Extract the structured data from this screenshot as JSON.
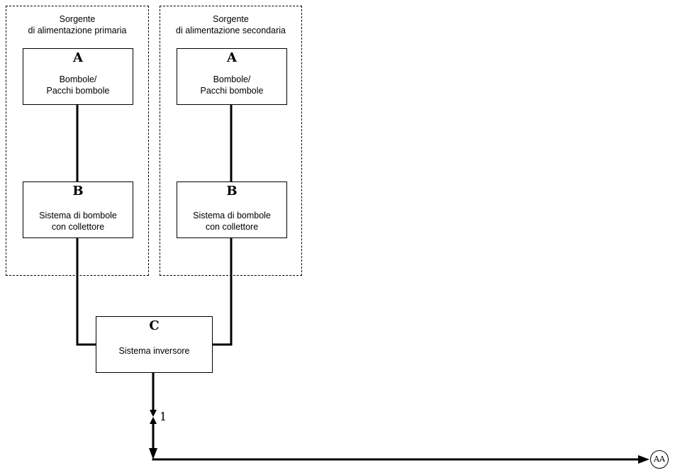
{
  "primary": {
    "title_lines": [
      "Sorgente",
      "di alimentazione primaria"
    ],
    "box_a": {
      "letter": "A",
      "lines": [
        "Bombole/",
        "Pacchi bombole"
      ]
    },
    "box_b": {
      "letter": "B",
      "lines": [
        "Sistema di bombole",
        "con collettore"
      ]
    }
  },
  "secondary": {
    "title_lines": [
      "Sorgente",
      "di alimentazione secondaria"
    ],
    "box_a": {
      "letter": "A",
      "lines": [
        "Bombole/",
        "Pacchi bombole"
      ]
    },
    "box_b": {
      "letter": "B",
      "lines": [
        "Sistema di bombole",
        "con collettore"
      ]
    }
  },
  "inverter": {
    "letter": "C",
    "label": "Sistema inversore"
  },
  "valve_label": "1",
  "outlet_label": "AA"
}
